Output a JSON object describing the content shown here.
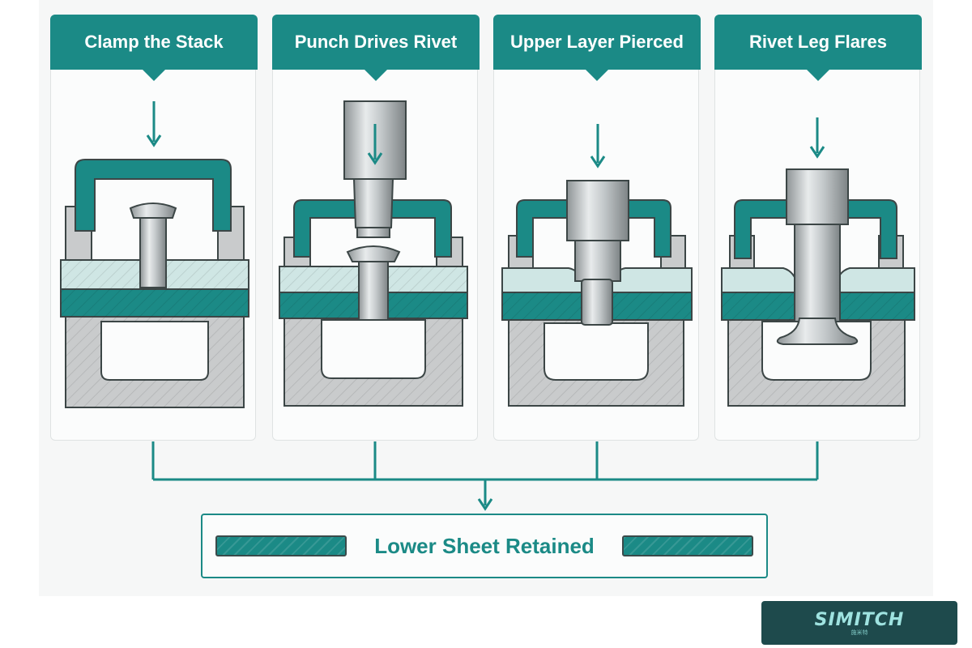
{
  "steps": [
    {
      "title": "Clamp the Stack"
    },
    {
      "title": "Punch Drives Rivet"
    },
    {
      "title": "Upper Layer Pierced"
    },
    {
      "title": "Rivet Leg Flares"
    }
  ],
  "result": {
    "label": "Lower Sheet Retained"
  },
  "logo": {
    "text": "SIMITCH",
    "subtext": "施米特"
  },
  "colors": {
    "teal": "#1b8a86",
    "upper_sheet": "#cfe6e4",
    "die": "#c9cbcc",
    "outline": "#3c4646"
  }
}
